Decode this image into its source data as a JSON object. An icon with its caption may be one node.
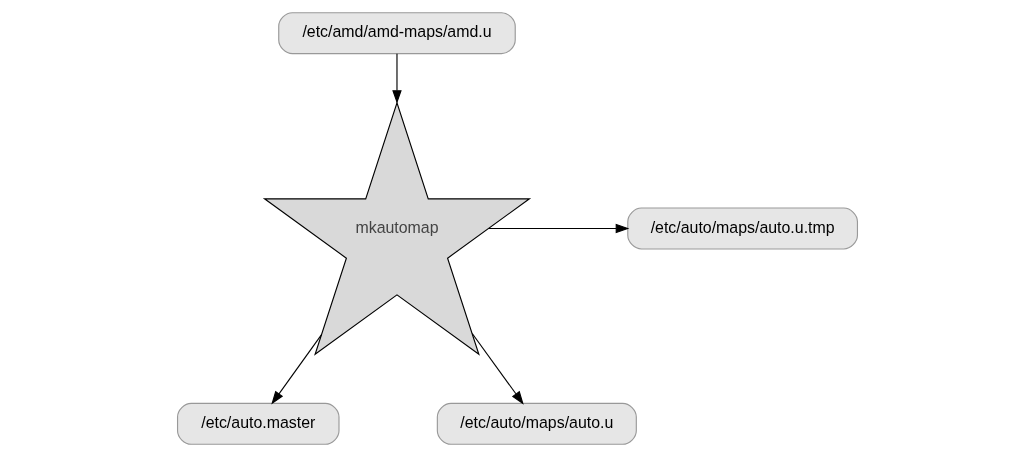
{
  "diagram": {
    "nodes": [
      {
        "text": [
          "/etc/amd/amd-maps/amd.u"
        ]
      },
      {
        "text": [
          "mkautomap"
        ]
      },
      {
        "text": [
          "/etc/auto/maps/auto.u.tmp"
        ]
      },
      {
        "text": [
          "/etc/auto.master"
        ]
      },
      {
        "text": [
          "/etc/auto/maps/auto.u"
        ]
      }
    ],
    "edges": [
      {
        "from": 0,
        "to": 1,
        "arrow": "to"
      },
      {
        "from": 1,
        "to": 2,
        "arrow": "to"
      },
      {
        "from": 1,
        "to": 3,
        "arrow": "to"
      },
      {
        "from": 1,
        "to": 4,
        "arrow": "to"
      }
    ]
  }
}
